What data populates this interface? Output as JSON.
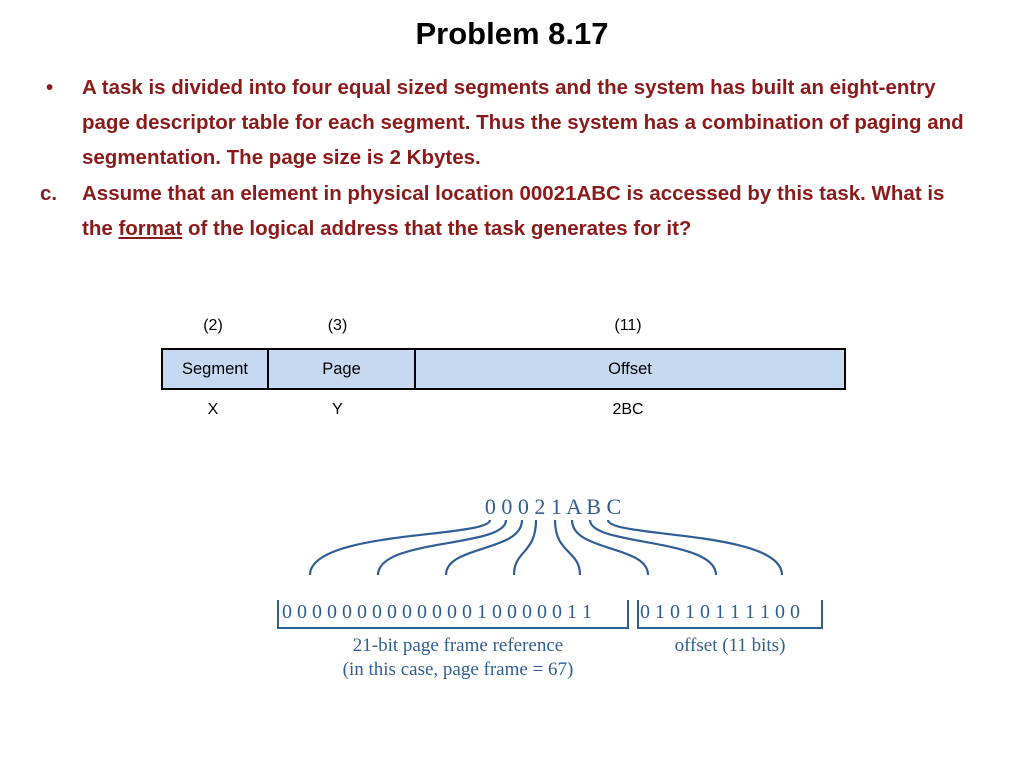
{
  "title": "Problem 8.17",
  "bullets": [
    {
      "marker": "•",
      "text": "A task is divided into four equal sized segments and the system has built an eight-entry page descriptor table for each segment.  Thus the system has a combination of paging and segmentation.  The page size is 2 Kbytes."
    },
    {
      "marker": "c.",
      "text_before": " Assume that an element in physical location 00021ABC is accessed by this task.  What is the ",
      "text_underlined": "format",
      "text_after": " of the logical address that the task generates for it?"
    }
  ],
  "format_table": {
    "bit_counts": [
      "(2)",
      "(3)",
      "(11)"
    ],
    "fields": [
      "Segment",
      "Page",
      "Offset"
    ],
    "values": [
      "X",
      "Y",
      "2BC"
    ]
  },
  "diagram": {
    "hex_address": "0 0 0 2 1 A B C",
    "binary_frame": "0 0 0 0 0 0 0 0 0 0 0 0 0 1 0 0 0 0 0 1 1",
    "binary_offset": "0 1 0 1 0 1 1 1 1 0 0",
    "frame_label_line1": "21-bit page frame reference",
    "frame_label_line2": "(in this case, page frame = 67)",
    "offset_label": "offset (11 bits)",
    "color": "#2e5e94"
  }
}
